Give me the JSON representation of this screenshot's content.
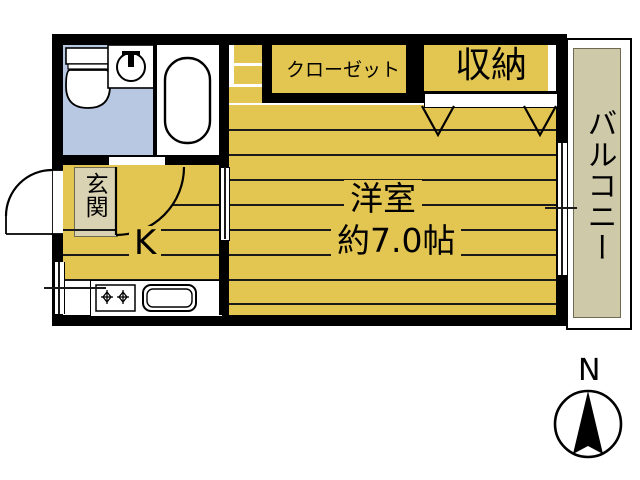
{
  "plan": {
    "title": "apartment-floor-plan",
    "colors": {
      "wall": "#000000",
      "floor_yellow": "#e3c552",
      "bath_blue": "#b9c8e2",
      "balcony_beige": "#cec9a8",
      "white": "#ffffff",
      "line": "#1a1a1a"
    },
    "rooms": [
      {
        "name": "main-room",
        "label_line1": "洋室",
        "label_line2": "約7.0帖",
        "fill": "#e3c552"
      },
      {
        "name": "kitchen",
        "label": "K",
        "fill": "#e3c552"
      },
      {
        "name": "entrance",
        "label": "玄関",
        "fill": "#d9d3b4"
      },
      {
        "name": "closet",
        "label": "クローゼット",
        "fill": "#e3c552"
      },
      {
        "name": "storage",
        "label": "収納",
        "fill": "#e3c552"
      },
      {
        "name": "balcony",
        "label": "バルコニー",
        "fill": "#cec9a8"
      },
      {
        "name": "bathroom",
        "label": "",
        "fill": "#b9c8e2"
      },
      {
        "name": "bathtub-room",
        "label": "",
        "fill": "#ffffff"
      }
    ],
    "fixtures": [
      {
        "name": "toilet"
      },
      {
        "name": "washbasin"
      },
      {
        "name": "bathtub"
      },
      {
        "name": "kitchen-stove"
      },
      {
        "name": "kitchen-sink"
      }
    ],
    "compass": {
      "label": "N"
    }
  }
}
